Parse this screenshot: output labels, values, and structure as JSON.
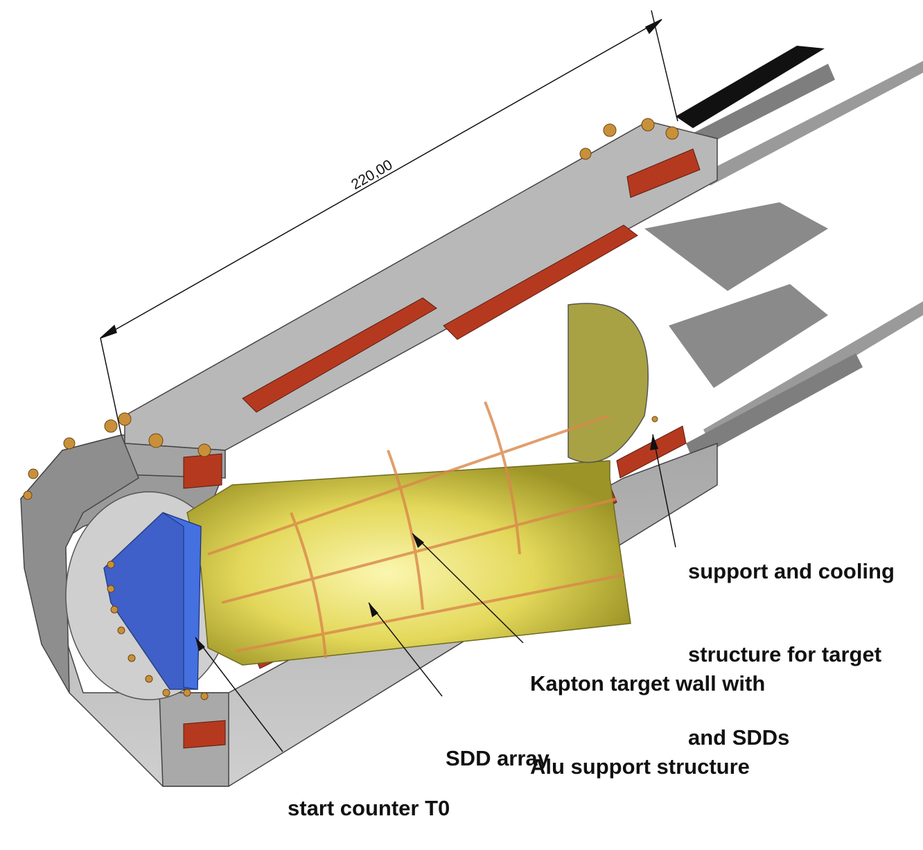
{
  "dimension": {
    "value": "220,00"
  },
  "callouts": {
    "support": {
      "lines": [
        "support and cooling",
        "structure for target",
        "and SDDs"
      ]
    },
    "kapton": {
      "lines": [
        "Kapton target wall with",
        "Alu support structure"
      ]
    },
    "sdd": {
      "lines": [
        "SDD array"
      ]
    },
    "t0": {
      "lines": [
        "start counter T0"
      ]
    }
  },
  "colors": {
    "housing": "#b8b8b8",
    "housing_dark": "#8e8e8e",
    "copper_blocks": "#b5391f",
    "kapton_target": "#e7df5a",
    "t0_scintillator": "#2f55c8",
    "bolts": "#c9903a"
  }
}
